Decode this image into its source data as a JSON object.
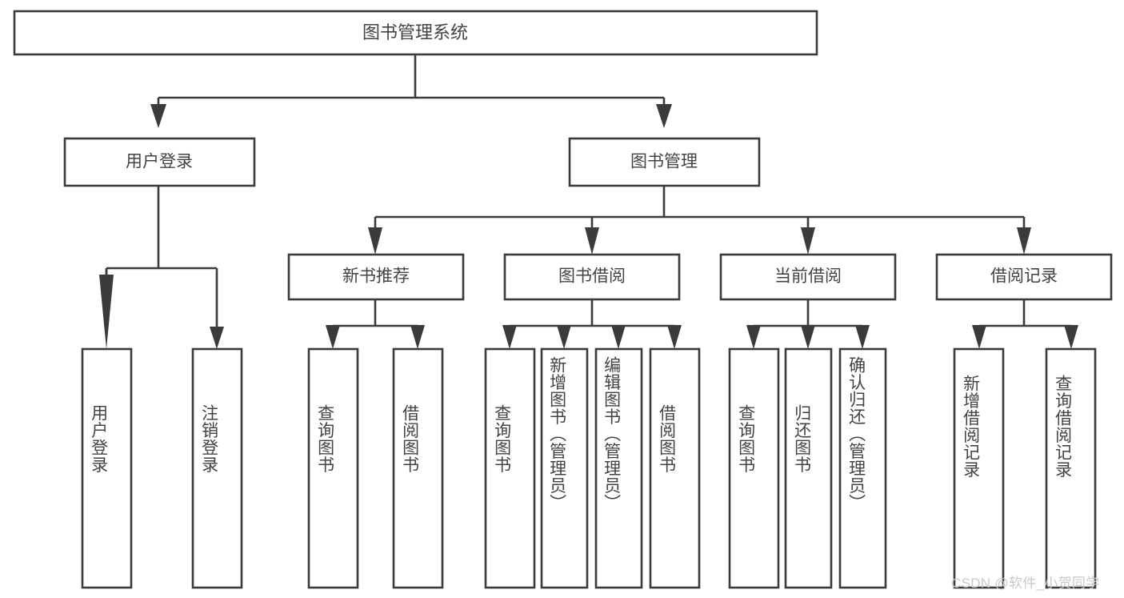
{
  "diagram": {
    "title": "图书管理系统",
    "type": "hierarchy-tree",
    "watermark": "CSDN @软件_小贺同学",
    "colors": {
      "background": "#ffffff",
      "box_stroke": "#3b3b3b",
      "box_fill": "#ffffff",
      "text": "#434343",
      "watermark": "#c9c9c9"
    },
    "root": {
      "label": "图书管理系统",
      "orientation": "horizontal"
    },
    "level2": [
      {
        "label": "用户登录",
        "orientation": "horizontal"
      },
      {
        "label": "图书管理",
        "orientation": "horizontal"
      }
    ],
    "level3": [
      {
        "label": "新书推荐",
        "orientation": "horizontal",
        "parent": "图书管理"
      },
      {
        "label": "图书借阅",
        "orientation": "horizontal",
        "parent": "图书管理"
      },
      {
        "label": "当前借阅",
        "orientation": "horizontal",
        "parent": "图书管理"
      },
      {
        "label": "借阅记录",
        "orientation": "horizontal",
        "parent": "图书管理"
      }
    ],
    "leaves": {
      "用户登录": [
        {
          "label": "用户登录",
          "orientation": "vertical"
        },
        {
          "label": "注销登录",
          "orientation": "vertical"
        }
      ],
      "新书推荐": [
        {
          "label": "查询图书",
          "orientation": "vertical"
        },
        {
          "label": "借阅图书",
          "orientation": "vertical"
        }
      ],
      "图书借阅": [
        {
          "label": "查询图书",
          "orientation": "vertical"
        },
        {
          "label": "新增图书（管理员）",
          "orientation": "vertical"
        },
        {
          "label": "编辑图书（管理员）",
          "orientation": "vertical"
        },
        {
          "label": "借阅图书",
          "orientation": "vertical"
        }
      ],
      "当前借阅": [
        {
          "label": "查询图书",
          "orientation": "vertical"
        },
        {
          "label": "归还图书",
          "orientation": "vertical"
        },
        {
          "label": "确认归还（管理员）",
          "orientation": "vertical"
        }
      ],
      "借阅记录": [
        {
          "label": "新增借阅记录",
          "orientation": "vertical"
        },
        {
          "label": "查询借阅记录",
          "orientation": "vertical"
        }
      ]
    }
  }
}
